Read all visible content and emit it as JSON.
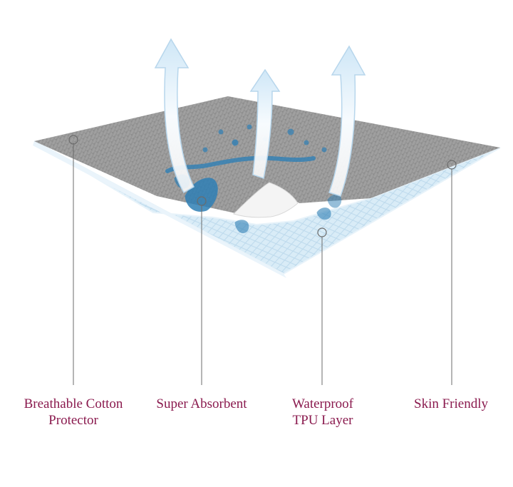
{
  "labels": {
    "cotton": {
      "line1": "Breathable Cotton",
      "line2": "Protector"
    },
    "absorbent": {
      "line1": "Super Absorbent"
    },
    "tpu": {
      "line1": "Waterproof",
      "line2": "TPU Layer"
    },
    "skin": {
      "line1": "Skin Friendly"
    }
  },
  "colors": {
    "label_text": "#8a1a4e",
    "top_layer": "#8d8d8d",
    "absorbent_layer": "#dceef8",
    "water": "#2f7fb5",
    "leader_line": "#6b6b6b"
  }
}
